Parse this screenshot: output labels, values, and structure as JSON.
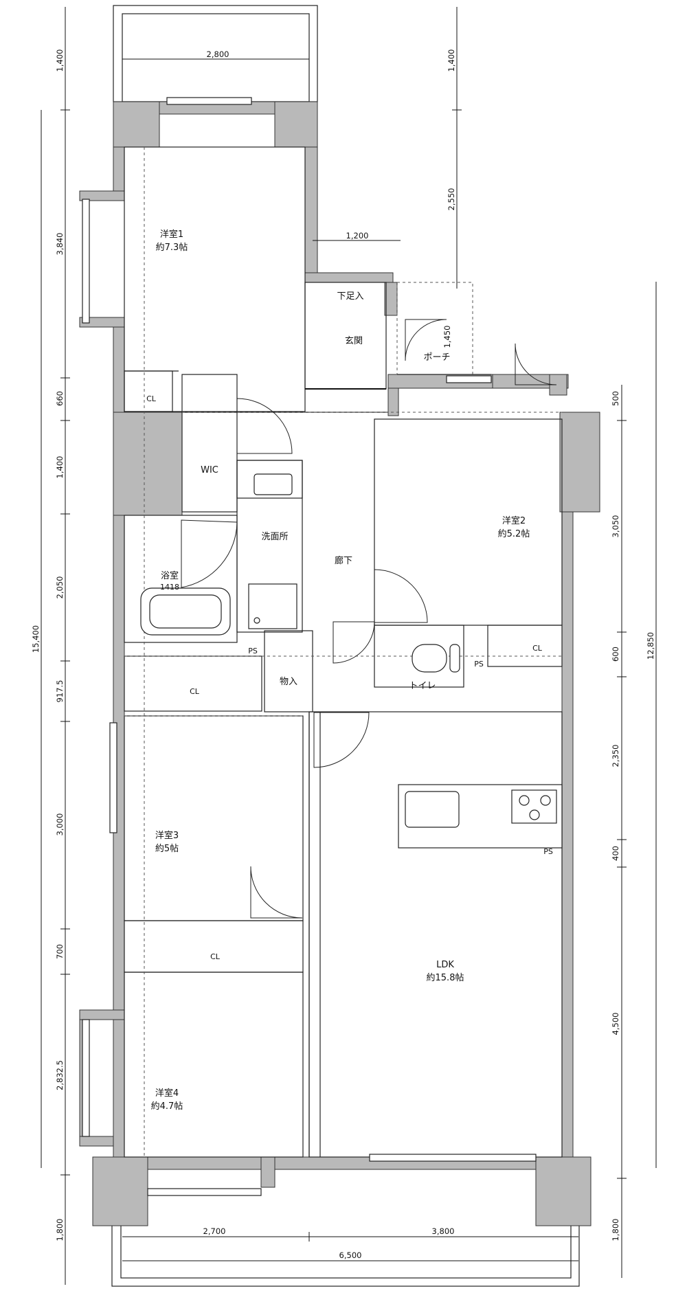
{
  "rooms": {
    "western1": {
      "name": "洋室1",
      "size": "約7.3帖"
    },
    "western2": {
      "name": "洋室2",
      "size": "約5.2帖"
    },
    "western3": {
      "name": "洋室3",
      "size": "約5帖"
    },
    "western4": {
      "name": "洋室4",
      "size": "約4.7帖"
    },
    "ldk": {
      "name": "LDK",
      "size": "約15.8帖"
    },
    "entrance": "玄関",
    "shoe_storage": "下足入",
    "porch": "ポーチ",
    "wic": "WIC",
    "washroom": "洗面所",
    "hallway": "廊下",
    "bathroom": {
      "name": "浴室",
      "size": "1418"
    },
    "storage": "物入",
    "toilet": "トイレ",
    "closet": "CL",
    "pipe_space": "PS"
  },
  "dimensions": {
    "top_width": "2,800",
    "entrance_width": "1,200",
    "porch_depth": "1,450",
    "left": [
      "1,400",
      "3,840",
      "660",
      "1,400",
      "2,050",
      "917.5",
      "3,000",
      "700",
      "2,832.5",
      "1,800"
    ],
    "left_total": "15,400",
    "right_top": [
      "1,400",
      "2,550"
    ],
    "right": [
      "500",
      "3,050",
      "600",
      "2,350",
      "400",
      "4,500",
      "1,800"
    ],
    "right_total": "12,850",
    "bottom": [
      "2,700",
      "3,800"
    ],
    "bottom_total": "6,500"
  }
}
